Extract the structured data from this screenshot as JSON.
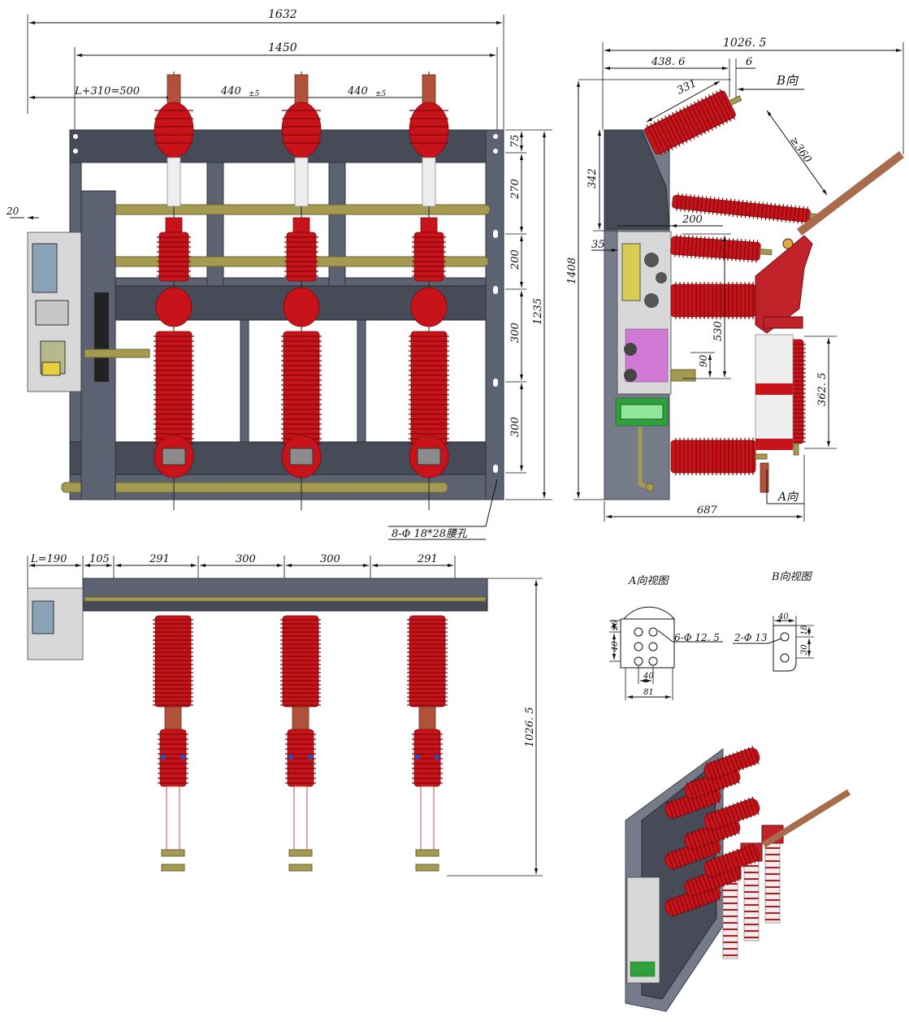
{
  "front_view": {
    "dimensions": {
      "overall_width": "1632",
      "inner_width": "1450",
      "offset_left": "L+310=500",
      "pitch_1": "440",
      "pitch_1_tol": "±5",
      "pitch_2": "440",
      "pitch_2_tol": "±5",
      "left_offset": "20",
      "right_seg_1": "75",
      "right_seg_2": "270",
      "right_seg_3": "200",
      "right_seg_4": "300",
      "right_seg_5": "300",
      "right_total": "1235",
      "mounting_holes": "8-Φ 18*28腰孔"
    }
  },
  "side_view": {
    "dimensions": {
      "overall_depth": "1026. 5",
      "depth_to_b": "438. 6",
      "b_offset": "6",
      "b_view_label": "B向",
      "insulator_length": "331",
      "clearance": "≥360",
      "upper_height": "342",
      "mech_width": "200",
      "mech_offset": "35",
      "total_height": "1408",
      "insulator_height": "530",
      "handle_height": "90",
      "fuse_length": "362. 5",
      "a_view_label": "A向",
      "base_depth": "687"
    }
  },
  "top_view": {
    "dimensions": {
      "left_offset": "L=190",
      "seg_1": "105",
      "seg_2": "291",
      "seg_3": "300",
      "seg_4": "300",
      "seg_5": "291",
      "depth": "1026. 5"
    }
  },
  "detail_a": {
    "title": "A向视图",
    "dim_vertical_1": "40",
    "dim_vertical_2": "20",
    "holes": "6-Φ 12. 5",
    "hole_pitch": "40",
    "width": "81"
  },
  "detail_b": {
    "title": "B向视图",
    "width": "40",
    "dim_top": "18",
    "dim_pitch": "30",
    "holes": "2-Φ 13"
  }
}
